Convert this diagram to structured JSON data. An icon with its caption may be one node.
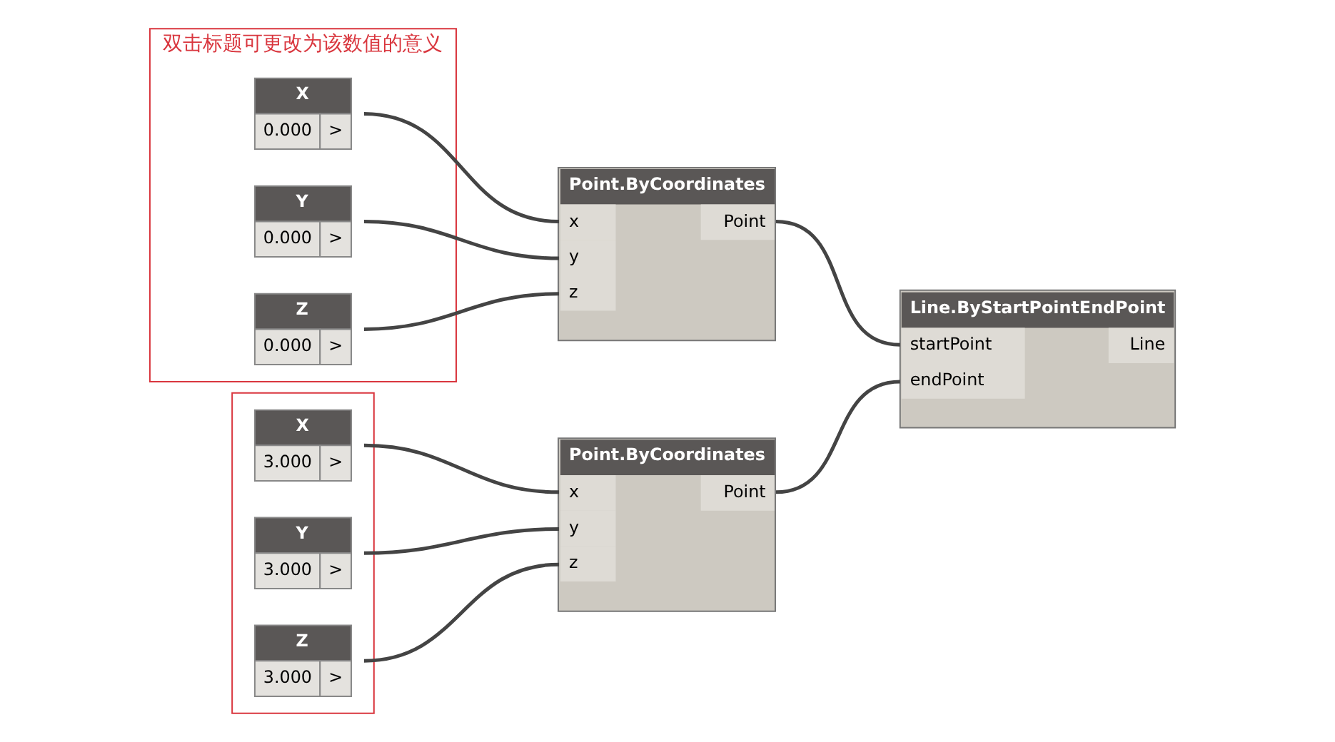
{
  "diagram": {
    "nodes": [
      {
        "text": [
          "双击标题可更改为该数值的意义"
        ]
      },
      {
        "text": [
          "X",
          "0.000",
          ">"
        ],
        "in": 0
      },
      {
        "text": [
          "Y",
          "0.000",
          ">"
        ],
        "in": 0
      },
      {
        "text": [
          "Z",
          "0.000",
          ">"
        ],
        "in": 0
      },
      {
        "text": [],
        "shape": "box"
      },
      {
        "text": [
          "X",
          "3.000",
          ">"
        ],
        "in": 4
      },
      {
        "text": [
          "Y",
          "3.000",
          ">"
        ],
        "in": 4
      },
      {
        "text": [
          "Z",
          "3.000",
          ">"
        ],
        "in": 4
      },
      {
        "text": [
          "Point.ByCoordinates",
          "x",
          "y",
          "z",
          "Point"
        ]
      },
      {
        "text": [
          "Point.ByCoordinates",
          "x",
          "y",
          "z",
          "Point"
        ]
      },
      {
        "text": [
          "Line.ByStartPointEndPoint",
          "startPoint",
          "endPoint",
          "Line"
        ]
      }
    ],
    "edges": [
      {
        "from": 1,
        "to": 8,
        "arrow": "none"
      },
      {
        "from": 2,
        "to": 8,
        "arrow": "none"
      },
      {
        "from": 3,
        "to": 8,
        "arrow": "none"
      },
      {
        "from": 5,
        "to": 9,
        "arrow": "none"
      },
      {
        "from": 6,
        "to": 9,
        "arrow": "none"
      },
      {
        "from": 7,
        "to": 9,
        "arrow": "none"
      },
      {
        "from": 8,
        "to": 10,
        "arrow": "none"
      },
      {
        "from": 9,
        "to": 10,
        "arrow": "none"
      }
    ]
  }
}
